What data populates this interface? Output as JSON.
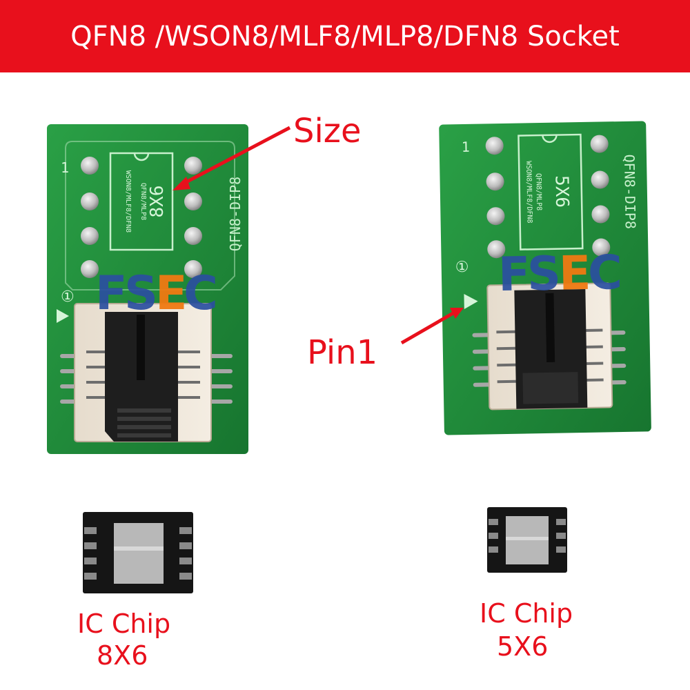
{
  "banner": {
    "title": "QFN8 /WSON8/MLF8/MLP8/DFN8 Socket"
  },
  "annotations": {
    "size": "Size",
    "pin1": "Pin1"
  },
  "left_board": {
    "pin1_mark": "1",
    "size_text": "8X6",
    "vertical_line1": "WSON8/MLF8/DFN8",
    "vertical_line2": "QFN8/MLP8",
    "model_text": "QFN8-DIP8",
    "circle_mark": "①"
  },
  "right_board": {
    "pin1_mark": "1",
    "size_text": "5X6",
    "vertical_line1": "QFN8/MLP8",
    "vertical_line2": "WSON8/MLF8/DFN8",
    "model_text": "QFN8-DIP8",
    "circle_mark": "①"
  },
  "chips": {
    "left": {
      "line1": "IC Chip",
      "line2": "8X6"
    },
    "right": {
      "line1": "IC Chip",
      "line2": "5X6"
    }
  },
  "colors": {
    "banner": "#e8101c",
    "label_red": "#e8101c",
    "pcb_green": "#1f8a3a",
    "logo_blue": "#2b4fa0",
    "logo_orange": "#f07a12"
  }
}
